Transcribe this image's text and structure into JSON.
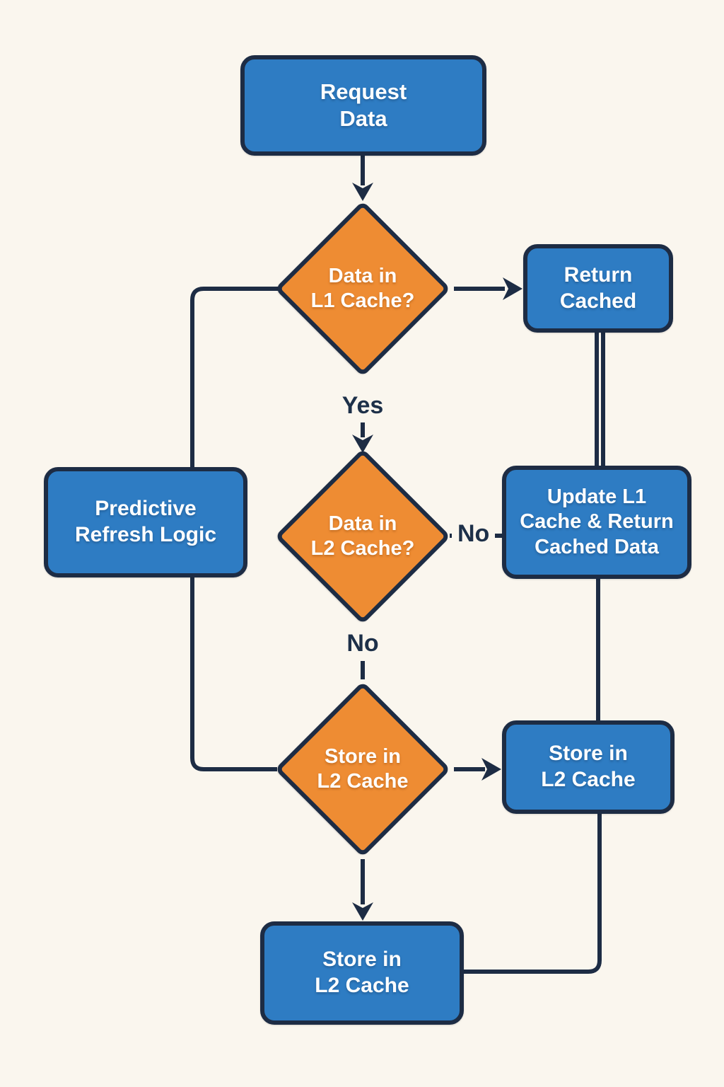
{
  "palette": {
    "background": "#faf6ee",
    "process_fill": "#2e7cc3",
    "decision_fill": "#ee8c33",
    "outline": "#1d2c44",
    "node_text": "#ffffff",
    "edge_label_text": "#1d3049"
  },
  "nodes": {
    "request_data": {
      "type": "process",
      "lines": [
        "Request",
        "Data"
      ]
    },
    "l1_check": {
      "type": "decision",
      "lines": [
        "Data in",
        "L1 Cache?"
      ]
    },
    "return_cached": {
      "type": "process",
      "lines": [
        "Return",
        "Cached"
      ]
    },
    "l2_check": {
      "type": "decision",
      "lines": [
        "Data in",
        "L2 Cache?"
      ]
    },
    "update_l1": {
      "type": "process",
      "lines": [
        "Update L1",
        "Cache & Return",
        "Cached Data"
      ]
    },
    "predictive_refresh": {
      "type": "process",
      "lines": [
        "Predictive",
        "Refresh Logic"
      ]
    },
    "store_l2_decision": {
      "type": "decision",
      "lines": [
        "Store in",
        "L2 Cache"
      ]
    },
    "store_l2_right": {
      "type": "process",
      "lines": [
        "Store in",
        "L2 Cache"
      ]
    },
    "store_l2_bottom": {
      "type": "process",
      "lines": [
        "Store in",
        "L2 Cache"
      ]
    }
  },
  "edge_labels": {
    "yes": "Yes",
    "no_right": "No",
    "no_down": "No"
  },
  "edges": [
    {
      "from": "request_data",
      "to": "l1_check",
      "label": ""
    },
    {
      "from": "l1_check",
      "to": "return_cached",
      "label": ""
    },
    {
      "from": "l1_check",
      "to": "l2_check",
      "label": "Yes"
    },
    {
      "from": "l1_check",
      "to": "store_l2_decision",
      "label": ""
    },
    {
      "from": "l2_check",
      "to": "update_l1",
      "label": "No"
    },
    {
      "from": "l2_check",
      "to": "store_l2_decision",
      "label": "No"
    },
    {
      "from": "return_cached",
      "to": "update_l1",
      "label": ""
    },
    {
      "from": "update_l1",
      "to": "store_l2_right",
      "label": ""
    },
    {
      "from": "store_l2_decision",
      "to": "store_l2_right",
      "label": ""
    },
    {
      "from": "store_l2_decision",
      "to": "store_l2_bottom",
      "label": ""
    },
    {
      "from": "store_l2_right",
      "to": "store_l2_bottom",
      "label": ""
    }
  ]
}
